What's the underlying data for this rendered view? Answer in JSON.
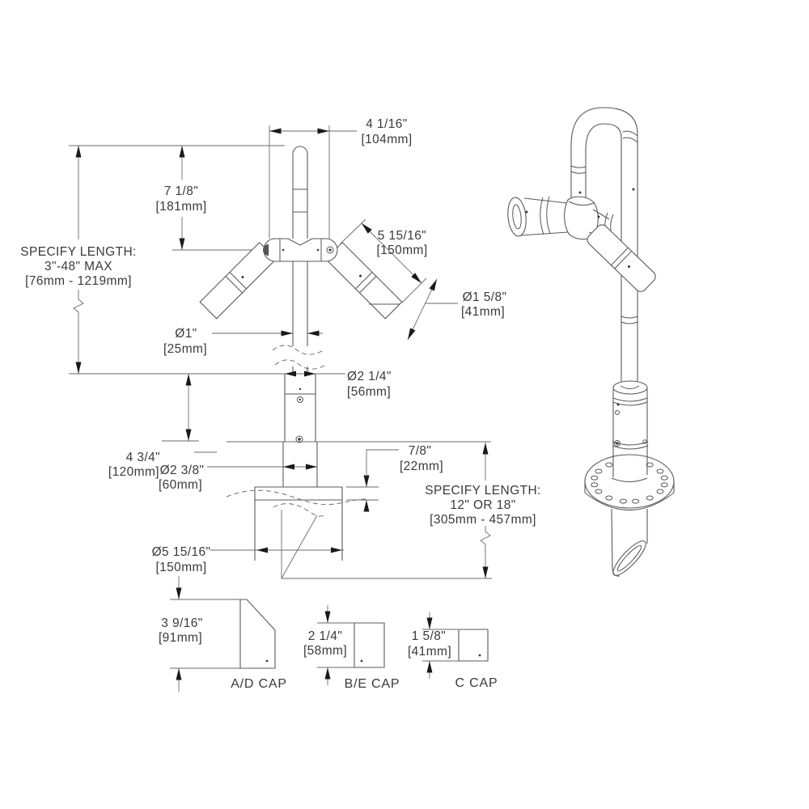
{
  "title": "fixture-dimension-drawing",
  "colors": {
    "line": "#555555",
    "text": "#3a3a3a",
    "arrow": "#1a1a1a",
    "background": "#ffffff"
  },
  "front_view": {
    "top_width": {
      "in": "4 1/16\"",
      "mm": "[104mm]"
    },
    "upper_height": {
      "in": "7 1/8\"",
      "mm": "[181mm]"
    },
    "specify_upper": {
      "l1": "SPECIFY LENGTH:",
      "l2": "3\"-48\" MAX",
      "l3": "[76mm - 1219mm]"
    },
    "arm_length": {
      "in": "5 15/16\"",
      "mm": "[150mm]"
    },
    "arm_dia": {
      "in": "Ø1 5/8\"",
      "mm": "[41mm]"
    },
    "pipe_dia": {
      "in": "Ø1\"",
      "mm": "[25mm]"
    },
    "upper_cyl_dia": {
      "in": "Ø2 1/4\"",
      "mm": "[56mm]"
    },
    "upper_cyl_height": {
      "in": "4 3/4\"",
      "mm": "[120mm]"
    },
    "lower_cyl_dia": {
      "in": "Ø2 3/8\"",
      "mm": "[60mm]"
    },
    "flange_thickness": {
      "in": "7/8\"",
      "mm": "[22mm]"
    },
    "flange_dia": {
      "in": "Ø5 15/16\"",
      "mm": "[150mm]"
    },
    "specify_lower": {
      "l1": "SPECIFY LENGTH:",
      "l2": "12\" OR 18\"",
      "l3": "[305mm - 457mm]"
    }
  },
  "caps": [
    {
      "label": "A/D CAP",
      "dim_in": "3 9/16\"",
      "dim_mm": "[91mm]"
    },
    {
      "label": "B/E CAP",
      "dim_in": "2 1/4\"",
      "dim_mm": "[58mm]"
    },
    {
      "label": "C CAP",
      "dim_in": "1 5/8\"",
      "dim_mm": "[41mm]"
    }
  ]
}
